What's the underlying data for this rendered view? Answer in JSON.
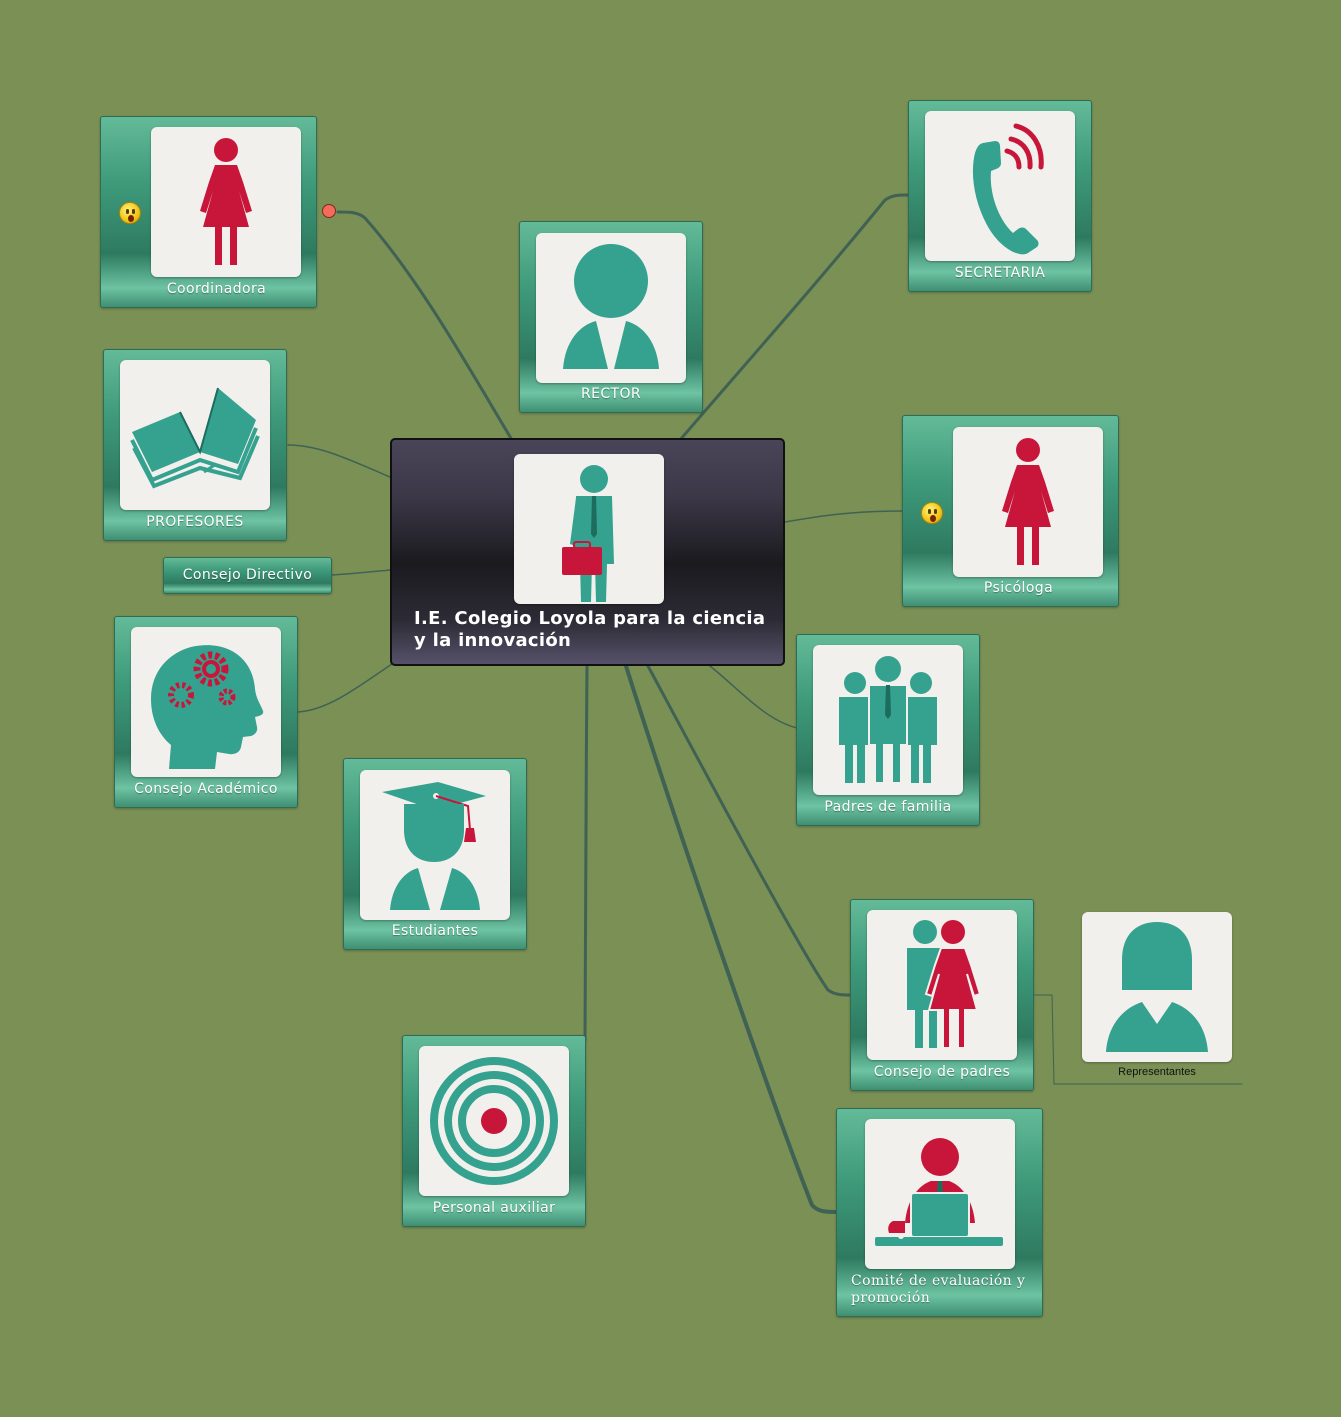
{
  "central": {
    "title": "I.E. Colegio Loyola para la ciencia y la innovación",
    "icon": "businessman-briefcase-icon"
  },
  "nodes": {
    "coordinadora": {
      "label": "Coordinadora",
      "icon": "woman-icon",
      "emoji": "surprised-face-icon"
    },
    "rector": {
      "label": "RECTOR",
      "icon": "person-bust-icon"
    },
    "secretaria": {
      "label": "SECRETARIA",
      "icon": "ringing-phone-icon"
    },
    "profesores": {
      "label": "PROFESORES",
      "icon": "open-book-icon"
    },
    "consejo_directivo": {
      "label": "Consejo Directivo"
    },
    "psicologa": {
      "label": "Psicóloga",
      "icon": "woman-icon",
      "emoji": "surprised-face-icon"
    },
    "consejo_academico": {
      "label": "Consejo Académico",
      "icon": "head-gears-icon"
    },
    "padres_familia": {
      "label": "Padres de familia",
      "icon": "family-group-icon"
    },
    "estudiantes": {
      "label": "Estudiantes",
      "icon": "graduate-icon"
    },
    "consejo_padres": {
      "label": "Consejo de padres",
      "icon": "couple-icon"
    },
    "representantes": {
      "label": "Representantes",
      "icon": "woman-bust-icon"
    },
    "personal_auxiliar": {
      "label": "Personal auxiliar",
      "icon": "target-icon"
    },
    "comite": {
      "label_line1": "Comité de evaluación y",
      "label_line2": "promoción",
      "icon": "person-laptop-icon"
    }
  },
  "colors": {
    "background": "#7a9055",
    "accent_teal": "#35a18f",
    "accent_red": "#c8163a",
    "tile": "#f1f0ec"
  }
}
